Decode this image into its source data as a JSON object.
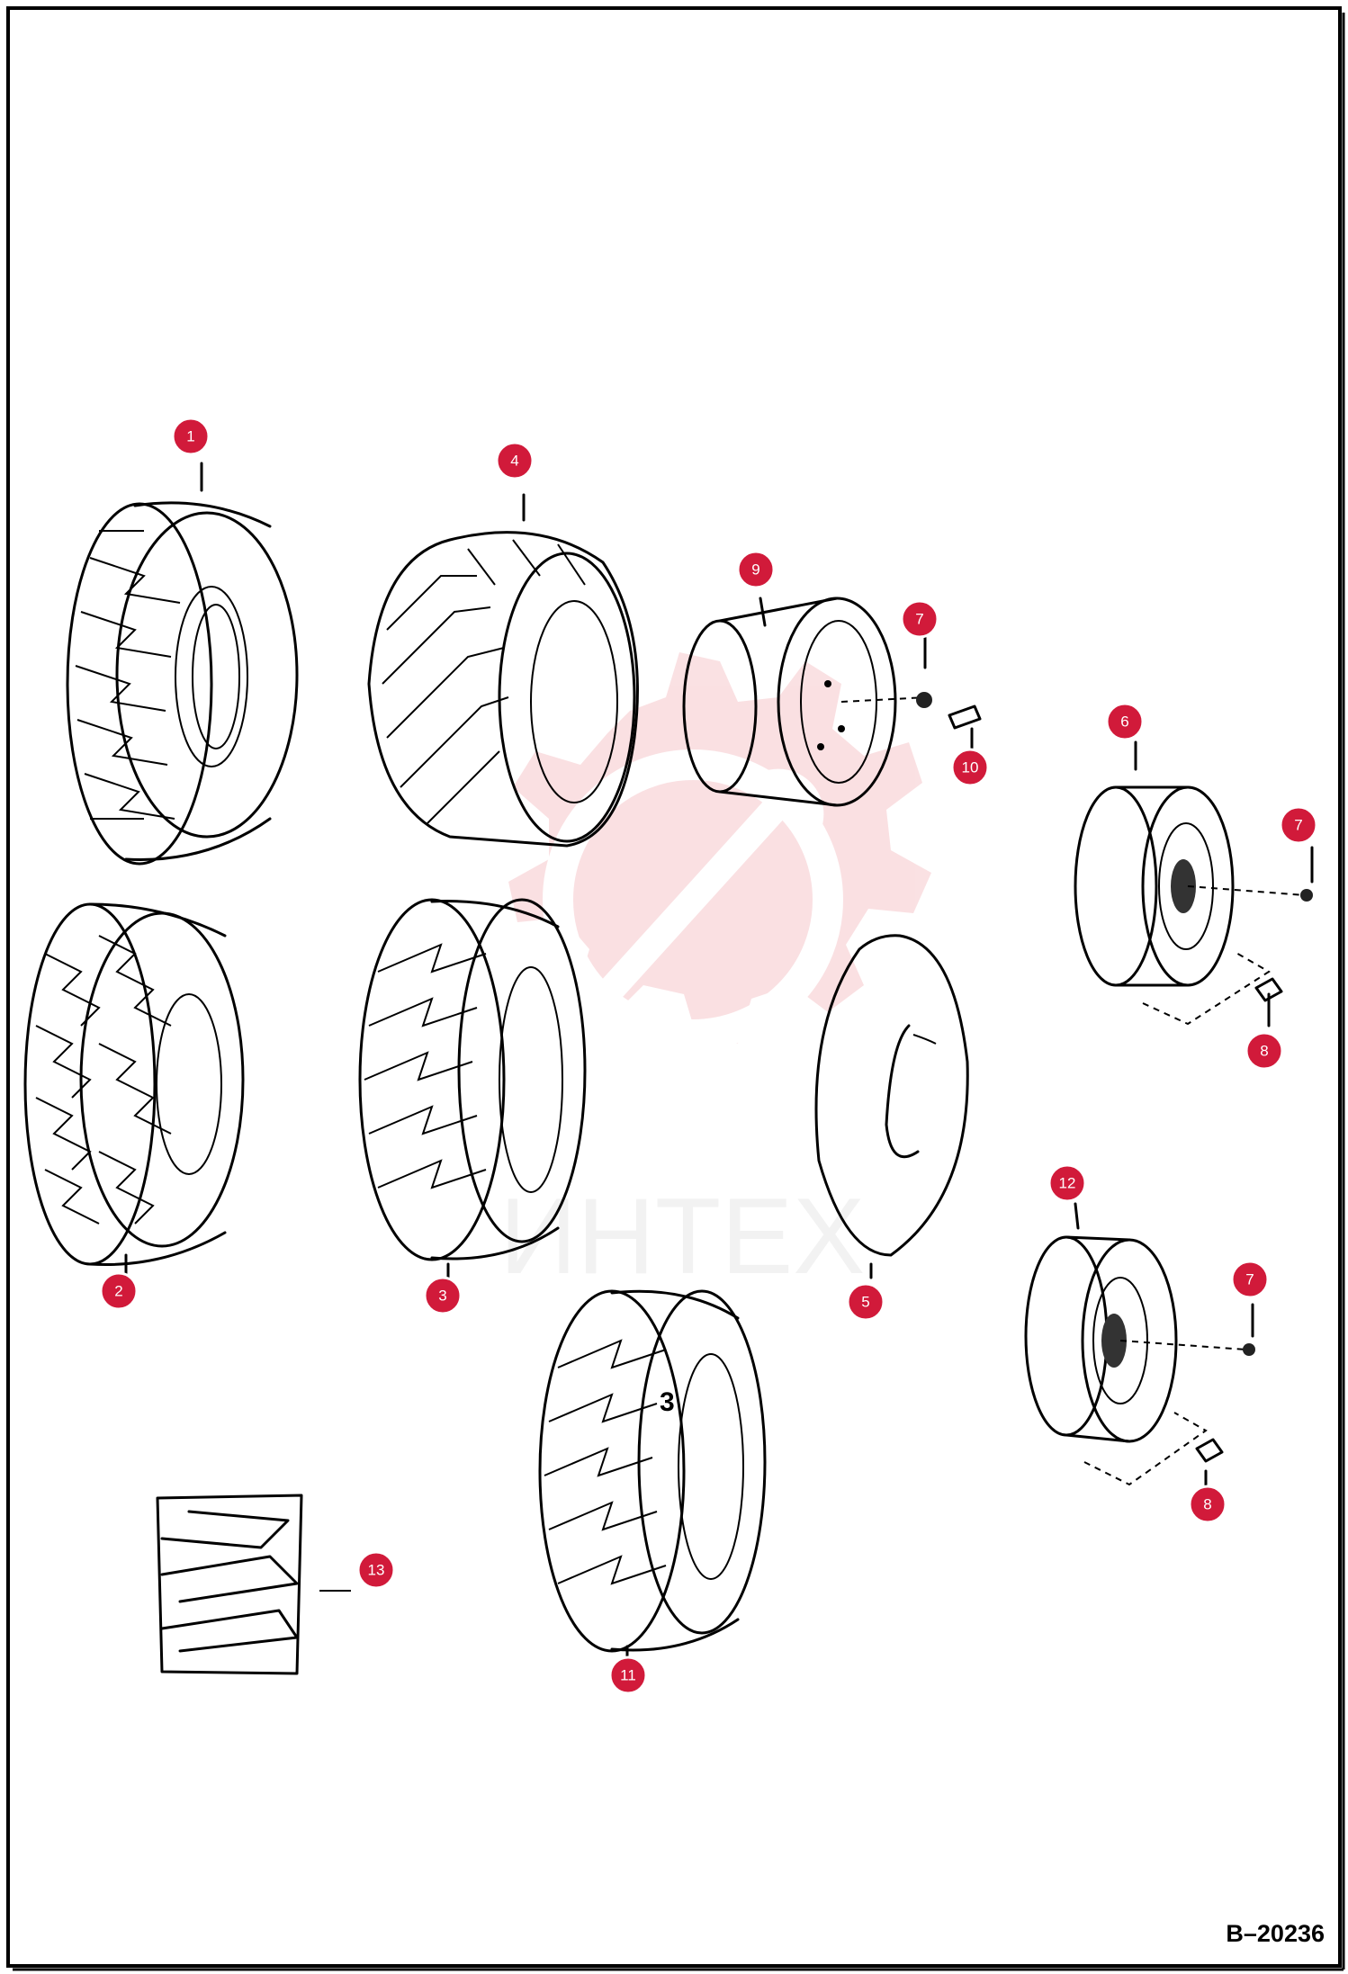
{
  "drawing_id": "B–20236",
  "watermark": {
    "text": "ИНТЕХ"
  },
  "callouts": [
    {
      "id": "1",
      "label": "1"
    },
    {
      "id": "2",
      "label": "2"
    },
    {
      "id": "3",
      "label": "3"
    },
    {
      "id": "4",
      "label": "4"
    },
    {
      "id": "5",
      "label": "5"
    },
    {
      "id": "6",
      "label": "6"
    },
    {
      "id": "7a",
      "label": "7"
    },
    {
      "id": "7b",
      "label": "7"
    },
    {
      "id": "7c",
      "label": "7"
    },
    {
      "id": "8a",
      "label": "8"
    },
    {
      "id": "8b",
      "label": "8"
    },
    {
      "id": "9",
      "label": "9"
    },
    {
      "id": "10",
      "label": "10"
    },
    {
      "id": "11",
      "label": "11"
    },
    {
      "id": "12",
      "label": "12"
    },
    {
      "id": "13",
      "label": "13"
    }
  ],
  "inline_labels": {
    "tire_11_number": "3"
  },
  "colors": {
    "callout": "#d11a3a",
    "watermark": "#f6c8cc",
    "line": "#000000"
  }
}
